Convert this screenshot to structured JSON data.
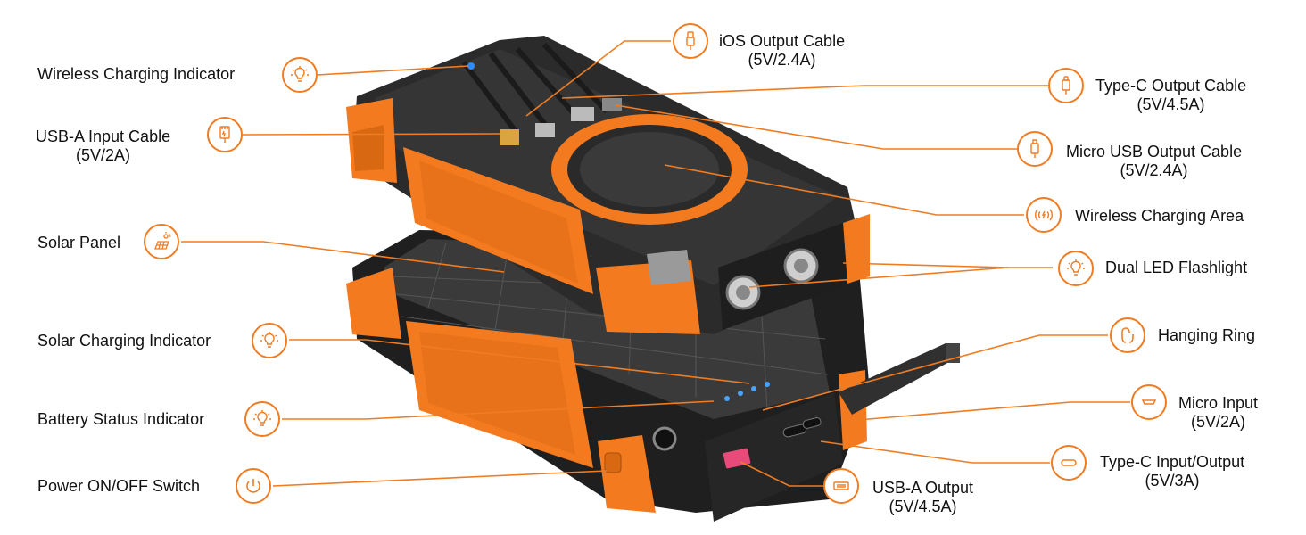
{
  "colors": {
    "accent": "#f07c22",
    "body": "#2b2b2b",
    "rubber": "#f37a1f",
    "steel": "#9a9a9a"
  },
  "labels": {
    "wireless_indicator": "Wireless Charging Indicator",
    "usba_input": {
      "title": "USB-A Input Cable",
      "spec": "(5V/2A)"
    },
    "solar_panel": "Solar Panel",
    "solar_indicator": "Solar Charging Indicator",
    "battery_indicator": "Battery Status Indicator",
    "power_switch": "Power ON/OFF Switch",
    "ios_cable": {
      "title": "iOS Output Cable",
      "spec": "(5V/2.4A)"
    },
    "typec_cable": {
      "title": "Type-C Output Cable",
      "spec": "(5V/4.5A)"
    },
    "micro_cable": {
      "title": "Micro USB Output Cable",
      "spec": "(5V/2.4A)"
    },
    "wireless_area": "Wireless Charging Area",
    "flashlight": "Dual LED Flashlight",
    "hanging_ring": "Hanging Ring",
    "micro_input": {
      "title": "Micro Input",
      "spec": "(5V/2A)"
    },
    "typec_io": {
      "title": "Type-C Input/Output",
      "spec": "(5V/3A)"
    },
    "usba_output": {
      "title": "USB-A Output",
      "spec": "(5V/4.5A)"
    }
  },
  "icons": {
    "wireless_indicator": "bulb-icon",
    "usba_input": "usb-plug-icon",
    "solar_panel": "solar-panel-icon",
    "solar_indicator": "bulb-icon",
    "battery_indicator": "bulb-icon",
    "power_switch": "power-icon",
    "ios_cable": "lightning-plug-icon",
    "typec_cable": "type-c-plug-icon",
    "micro_cable": "micro-usb-plug-icon",
    "wireless_area": "wireless-charging-icon",
    "flashlight": "bulb-icon",
    "hanging_ring": "carabiner-icon",
    "micro_input": "micro-port-icon",
    "typec_io": "type-c-port-icon",
    "usba_output": "usb-a-port-icon"
  }
}
